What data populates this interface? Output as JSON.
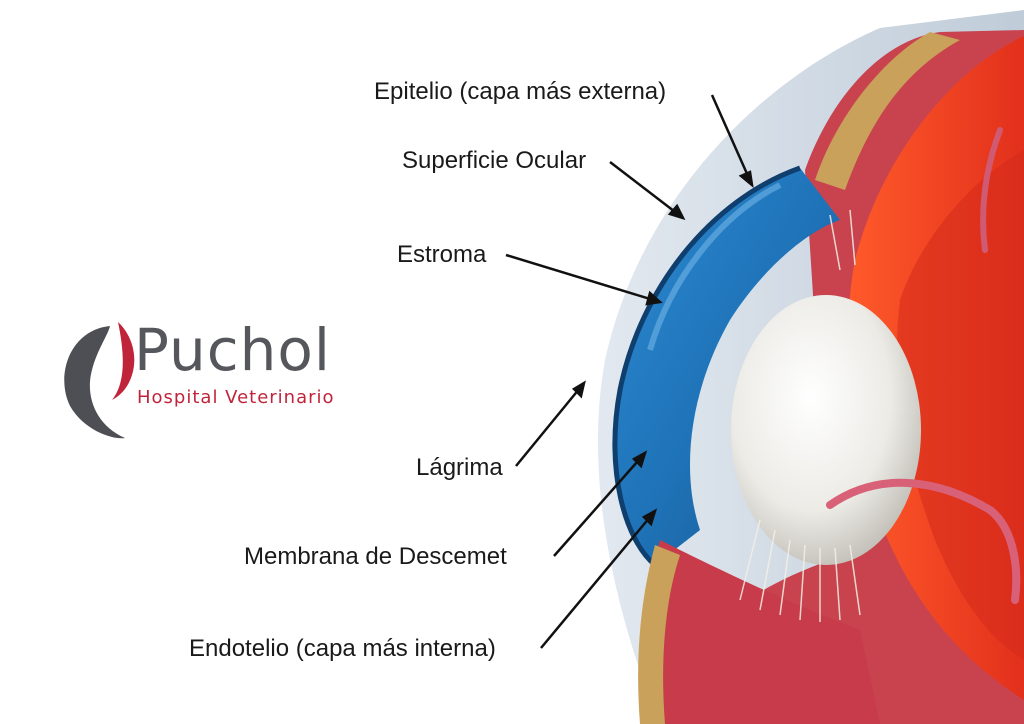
{
  "labels": {
    "epitelio": "Epitelio (capa más externa)",
    "superficie": "Superficie Ocular",
    "estroma": "Estroma",
    "lagrima": "Lágrima",
    "descemet": "Membrana de Descemet",
    "endotelio": "Endotelio (capa más interna)"
  },
  "logo": {
    "name": "Puchol",
    "subtitle": "Hospital Veterinario",
    "colors": {
      "name": "#55575c",
      "accent": "#c0243b",
      "crescent": "#4d4f55"
    }
  },
  "colors": {
    "cornea_blue": "#1f73b8",
    "lens": "#ecebe6",
    "iris_red": "#e8391f",
    "sclera_pink": "#c8434e"
  }
}
